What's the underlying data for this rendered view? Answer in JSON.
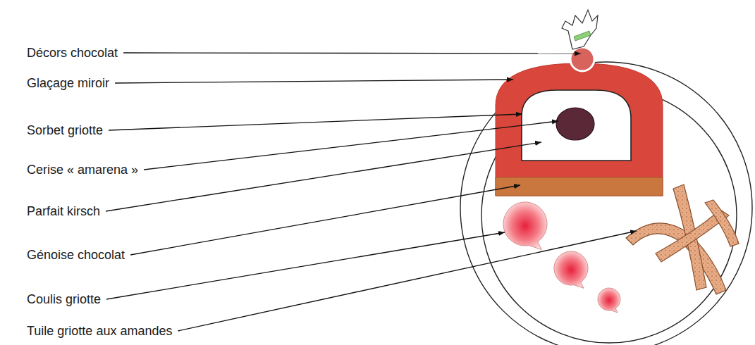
{
  "diagram": {
    "labels": [
      "Décors chocolat",
      "Glaçage miroir",
      "Sorbet griotte",
      "Cerise « amarena »",
      "Parfait kirsch",
      "Génoise chocolat",
      "Coulis griotte",
      "Tuile griotte aux amandes"
    ]
  }
}
